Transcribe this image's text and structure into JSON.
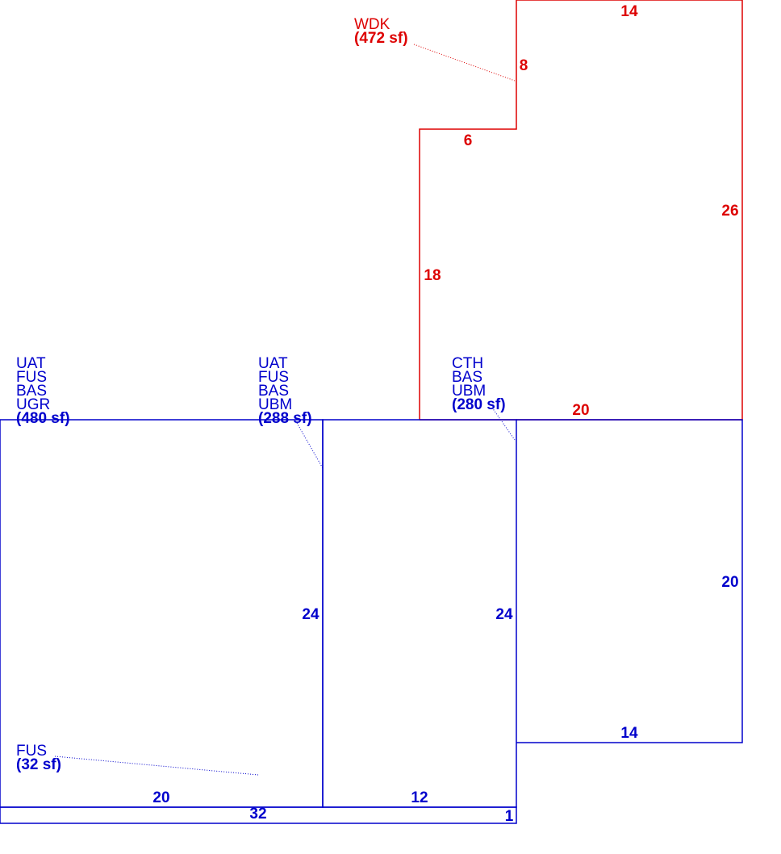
{
  "colors": {
    "blue": "#0000cc",
    "red": "#dd0000"
  },
  "wdk": {
    "code": "WDK",
    "area": "(472 sf)",
    "dims": {
      "top": "14",
      "step": "8",
      "shelf": "6",
      "left": "18",
      "right": "26",
      "bottom": "20"
    }
  },
  "left_block": {
    "codes": [
      "UAT",
      "FUS",
      "BAS",
      "UGR"
    ],
    "area": "(480 sf)",
    "dims": {
      "right": "24",
      "bottom": "20"
    }
  },
  "mid_block": {
    "codes": [
      "UAT",
      "FUS",
      "BAS",
      "UBM"
    ],
    "area": "(288 sf)",
    "dims": {
      "right": "24",
      "bottom": "12"
    }
  },
  "right_block": {
    "codes": [
      "CTH",
      "BAS",
      "UBM"
    ],
    "area": "(280 sf)",
    "dims": {
      "right": "20",
      "bottom": "14"
    }
  },
  "strip": {
    "code": "FUS",
    "area": "(32 sf)",
    "dims": {
      "length": "32",
      "depth": "1"
    }
  }
}
